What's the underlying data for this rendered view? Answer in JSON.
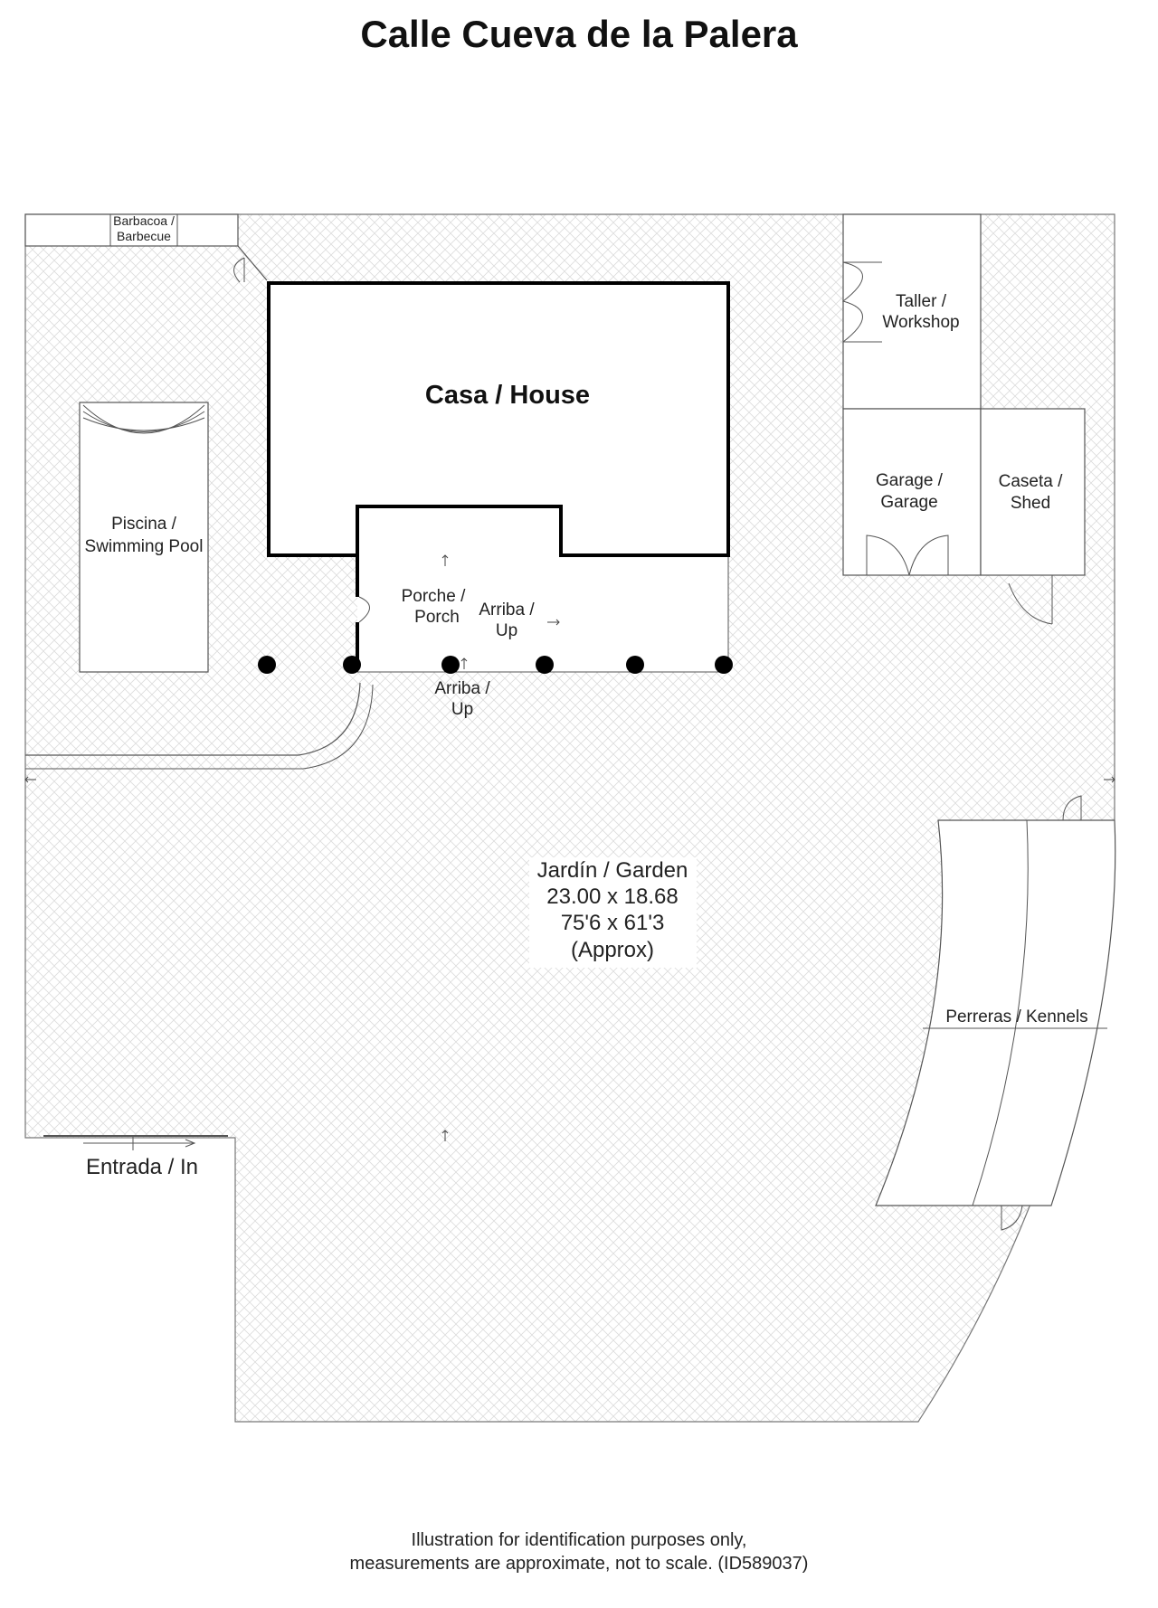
{
  "title": "Calle Cueva de la Palera",
  "rooms": {
    "house": "Casa / House",
    "barbecue": [
      "Barbacoa /",
      "Barbecue"
    ],
    "pool": [
      "Piscina /",
      "Swimming Pool"
    ],
    "workshop": [
      "Taller /",
      "Workshop"
    ],
    "garage": [
      "Garage /",
      "Garage"
    ],
    "shed": [
      "Caseta /",
      "Shed"
    ],
    "porch": [
      "Porche /",
      "Porch"
    ],
    "up_porch": [
      "Arriba /",
      "Up"
    ],
    "up_steps": [
      "Arriba /",
      "Up"
    ],
    "garden": [
      "Jardín / Garden",
      "23.00 x 18.68",
      "75'6 x 61'3",
      "(Approx)"
    ],
    "kennels": "Perreras / Kennels",
    "entrance": "Entrada / In"
  },
  "footer": {
    "line1": "Illustration for identification purposes only,",
    "line2": "measurements are approximate, not to scale. (ID589037)"
  },
  "colors": {
    "line": "#555555",
    "wall": "#000000",
    "hatch": "#dcdcdc",
    "column": "#000000"
  }
}
